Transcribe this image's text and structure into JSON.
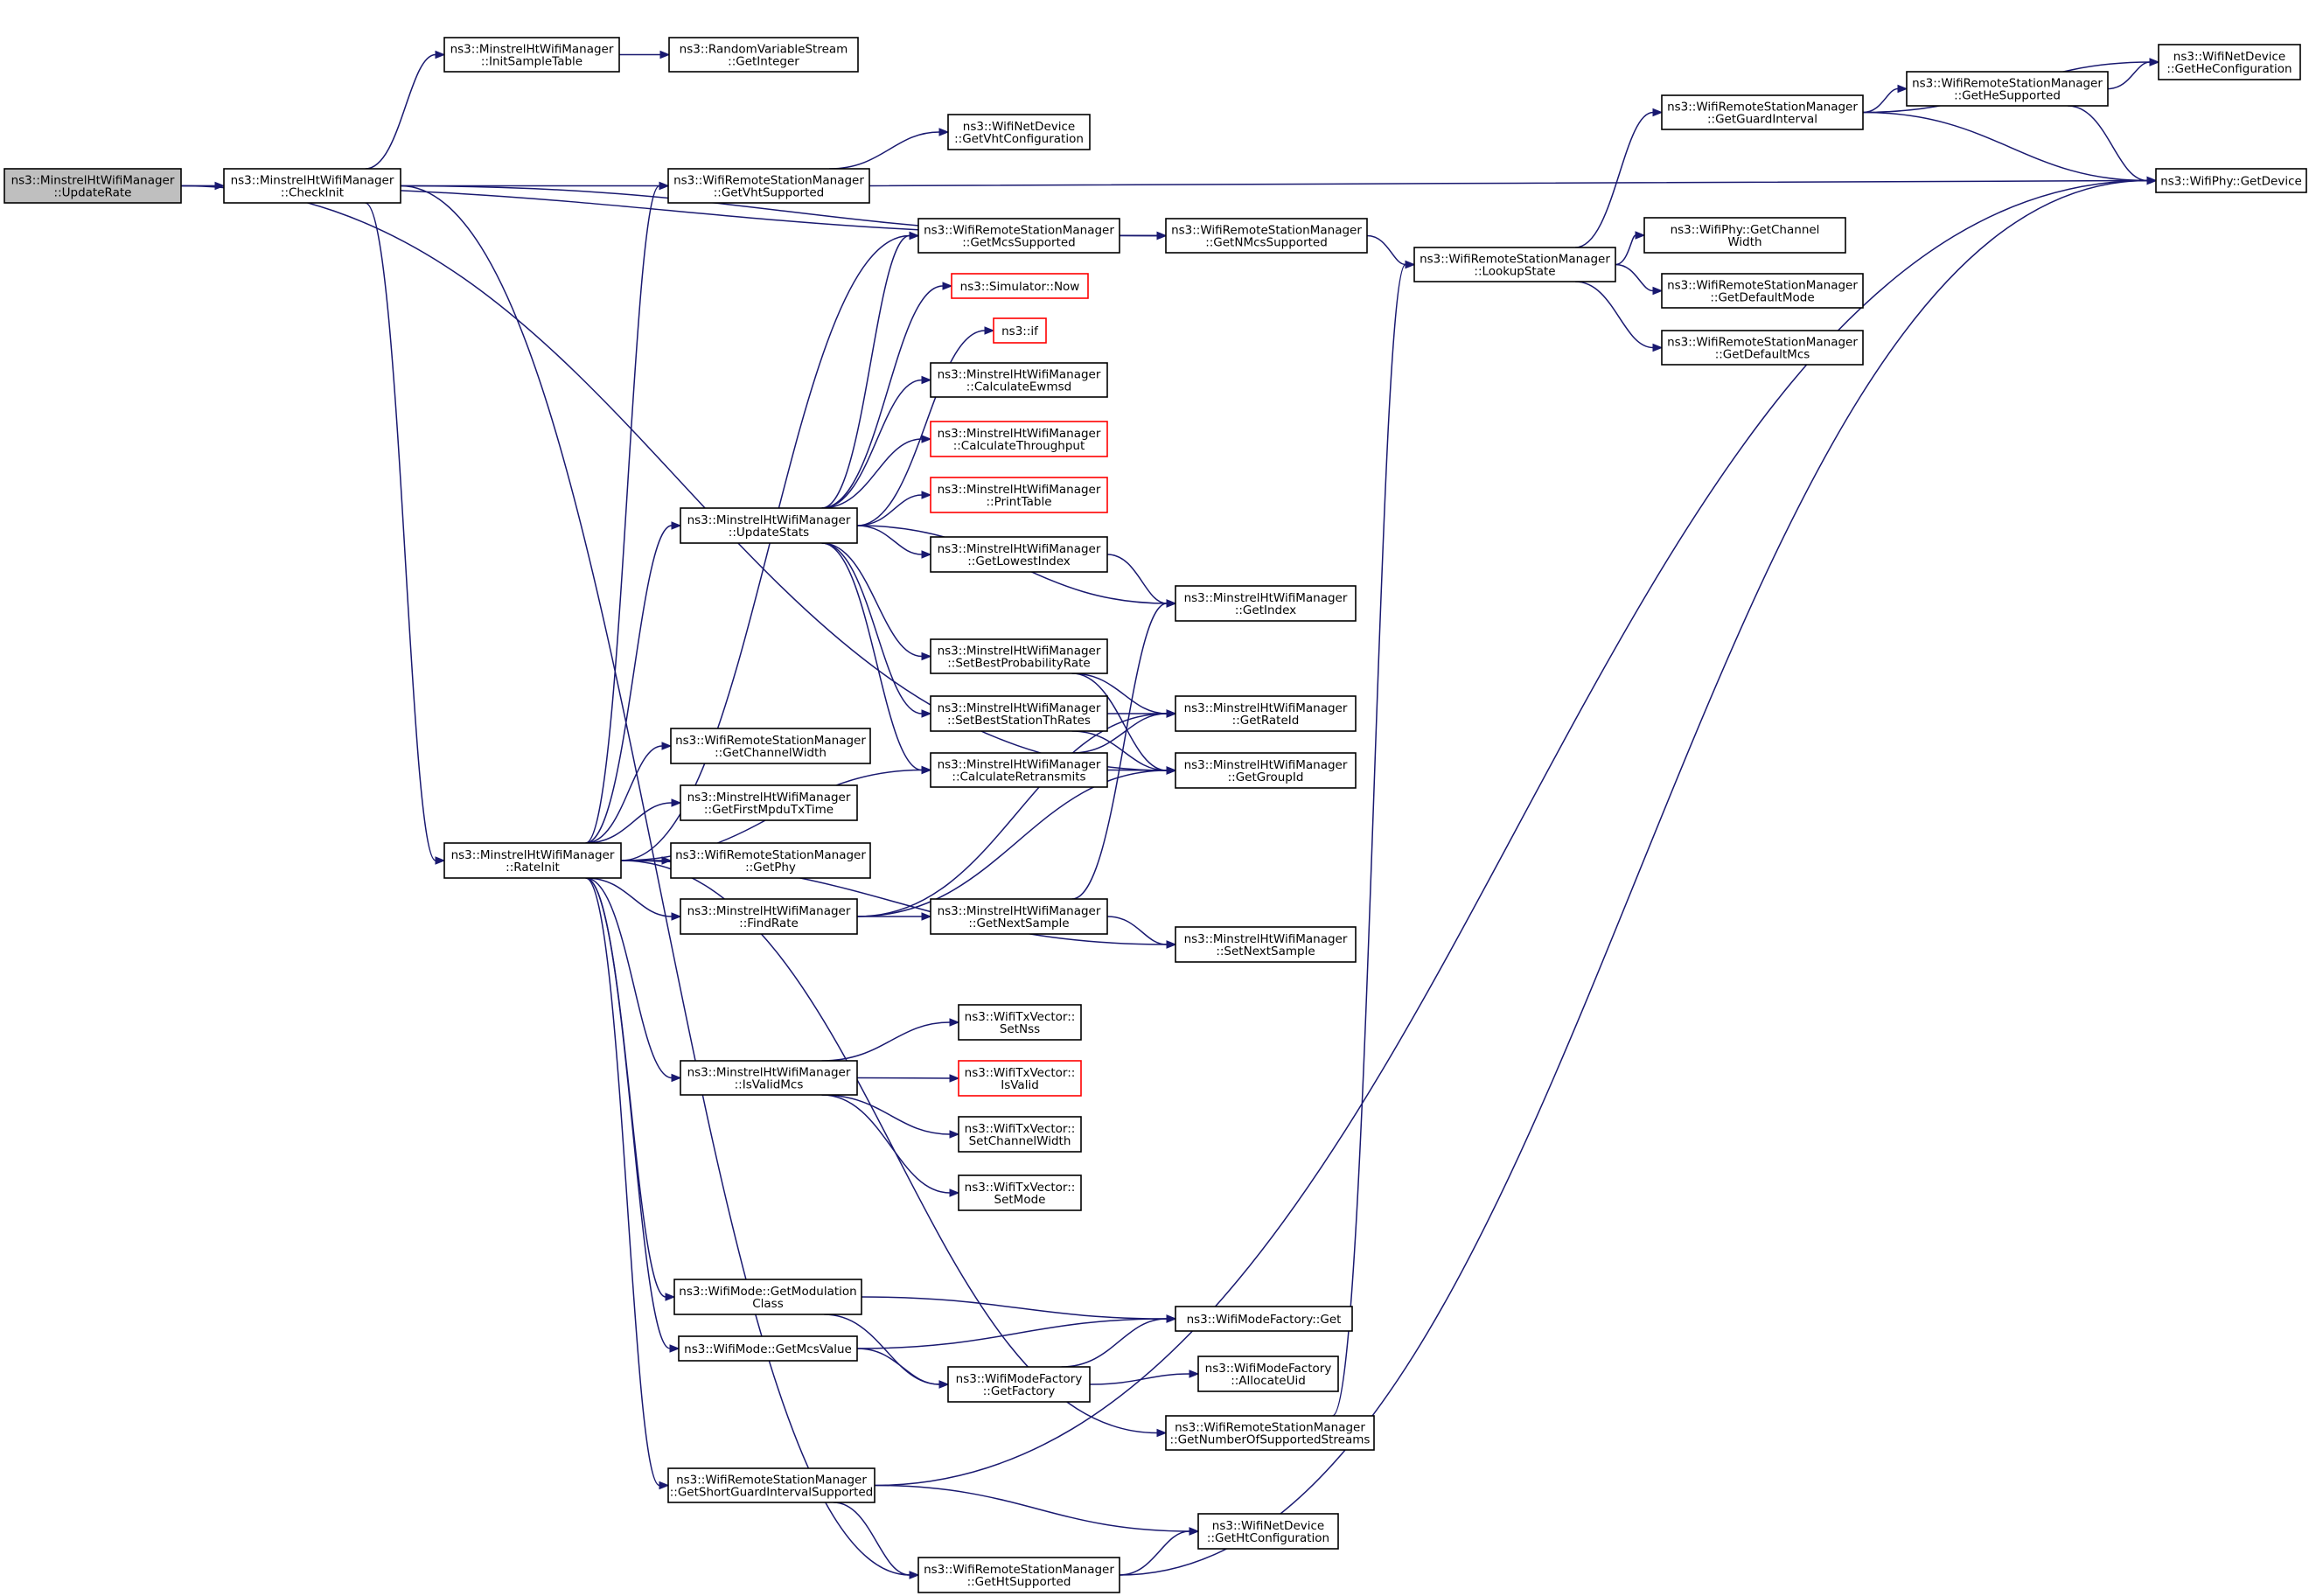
{
  "graph": {
    "nodes": {
      "n_updaterate": {
        "lines": [
          "ns3::MinstrelHtWifiManager",
          "::UpdateRate"
        ],
        "style": "root"
      },
      "n_checkinit": {
        "lines": [
          "ns3::MinstrelHtWifiManager",
          "::CheckInit"
        ]
      },
      "n_initsample": {
        "lines": [
          "ns3::MinstrelHtWifiManager",
          "::InitSampleTable"
        ]
      },
      "n_getinteger": {
        "lines": [
          "ns3::RandomVariableStream",
          "::GetInteger"
        ]
      },
      "n_getvhtconf": {
        "lines": [
          "ns3::WifiNetDevice",
          "::GetVhtConfiguration"
        ]
      },
      "n_getvhtsup": {
        "lines": [
          "ns3::WifiRemoteStationManager",
          "::GetVhtSupported"
        ]
      },
      "n_getmcssup": {
        "lines": [
          "ns3::WifiRemoteStationManager",
          "::GetMcsSupported"
        ]
      },
      "n_getnmcs": {
        "lines": [
          "ns3::WifiRemoteStationManager",
          "::GetNMcsSupported"
        ]
      },
      "n_lookup": {
        "lines": [
          "ns3::WifiRemoteStationManager",
          "::LookupState"
        ]
      },
      "n_getguard": {
        "lines": [
          "ns3::WifiRemoteStationManager",
          "::GetGuardInterval"
        ]
      },
      "n_gethesup": {
        "lines": [
          "ns3::WifiRemoteStationManager",
          "::GetHeSupported"
        ]
      },
      "n_getheconf": {
        "lines": [
          "ns3::WifiNetDevice",
          "::GetHeConfiguration"
        ]
      },
      "n_getdevice": {
        "lines": [
          "ns3::WifiPhy::GetDevice"
        ]
      },
      "n_getchanw": {
        "lines": [
          "ns3::WifiPhy::GetChannel",
          "Width"
        ]
      },
      "n_defmode": {
        "lines": [
          "ns3::WifiRemoteStationManager",
          "::GetDefaultMode"
        ]
      },
      "n_defmcs": {
        "lines": [
          "ns3::WifiRemoteStationManager",
          "::GetDefaultMcs"
        ]
      },
      "n_simnow": {
        "lines": [
          "ns3::Simulator::Now"
        ],
        "style": "red"
      },
      "n_if": {
        "lines": [
          "ns3::if"
        ],
        "style": "red"
      },
      "n_calcewmsd": {
        "lines": [
          "ns3::MinstrelHtWifiManager",
          "::CalculateEwmsd"
        ]
      },
      "n_calcthr": {
        "lines": [
          "ns3::MinstrelHtWifiManager",
          "::CalculateThroughput"
        ],
        "style": "red"
      },
      "n_printtable": {
        "lines": [
          "ns3::MinstrelHtWifiManager",
          "::PrintTable"
        ],
        "style": "red"
      },
      "n_updatestats": {
        "lines": [
          "ns3::MinstrelHtWifiManager",
          "::UpdateStats"
        ]
      },
      "n_getlowest": {
        "lines": [
          "ns3::MinstrelHtWifiManager",
          "::GetLowestIndex"
        ]
      },
      "n_getindex": {
        "lines": [
          "ns3::MinstrelHtWifiManager",
          "::GetIndex"
        ]
      },
      "n_setbestprob": {
        "lines": [
          "ns3::MinstrelHtWifiManager",
          "::SetBestProbabilityRate"
        ]
      },
      "n_setbestst": {
        "lines": [
          "ns3::MinstrelHtWifiManager",
          "::SetBestStationThRates"
        ]
      },
      "n_getrateid": {
        "lines": [
          "ns3::MinstrelHtWifiManager",
          "::GetRateId"
        ]
      },
      "n_calcretr": {
        "lines": [
          "ns3::MinstrelHtWifiManager",
          "::CalculateRetransmits"
        ]
      },
      "n_getgroupid": {
        "lines": [
          "ns3::MinstrelHtWifiManager",
          "::GetGroupId"
        ]
      },
      "n_getchwidth": {
        "lines": [
          "ns3::WifiRemoteStationManager",
          "::GetChannelWidth"
        ]
      },
      "n_getfirstmp": {
        "lines": [
          "ns3::MinstrelHtWifiManager",
          "::GetFirstMpduTxTime"
        ]
      },
      "n_rateinit": {
        "lines": [
          "ns3::MinstrelHtWifiManager",
          "::RateInit"
        ]
      },
      "n_getphy": {
        "lines": [
          "ns3::WifiRemoteStationManager",
          "::GetPhy"
        ]
      },
      "n_findrate": {
        "lines": [
          "ns3::MinstrelHtWifiManager",
          "::FindRate"
        ]
      },
      "n_getnextsmp": {
        "lines": [
          "ns3::MinstrelHtWifiManager",
          "::GetNextSample"
        ]
      },
      "n_setnextsmp": {
        "lines": [
          "ns3::MinstrelHtWifiManager",
          "::SetNextSample"
        ]
      },
      "n_setnss": {
        "lines": [
          "ns3::WifiTxVector::",
          "SetNss"
        ]
      },
      "n_isvalidmcs": {
        "lines": [
          "ns3::MinstrelHtWifiManager",
          "::IsValidMcs"
        ]
      },
      "n_isvalid": {
        "lines": [
          "ns3::WifiTxVector::",
          "IsValid"
        ],
        "style": "red"
      },
      "n_setchw": {
        "lines": [
          "ns3::WifiTxVector::",
          "SetChannelWidth"
        ]
      },
      "n_setmode": {
        "lines": [
          "ns3::WifiTxVector::",
          "SetMode"
        ]
      },
      "n_getmodclass": {
        "lines": [
          "ns3::WifiMode::GetModulation",
          "Class"
        ]
      },
      "n_mfget": {
        "lines": [
          "ns3::WifiModeFactory::Get"
        ]
      },
      "n_getmcsval": {
        "lines": [
          "ns3::WifiMode::GetMcsValue"
        ]
      },
      "n_getfactory": {
        "lines": [
          "ns3::WifiModeFactory",
          "::GetFactory"
        ]
      },
      "n_allocuid": {
        "lines": [
          "ns3::WifiModeFactory",
          "::AllocateUid"
        ]
      },
      "n_getnss": {
        "lines": [
          "ns3::WifiRemoteStationManager",
          "::GetNumberOfSupportedStreams"
        ]
      },
      "n_getsgi": {
        "lines": [
          "ns3::WifiRemoteStationManager",
          "::GetShortGuardIntervalSupported"
        ]
      },
      "n_gethtconf": {
        "lines": [
          "ns3::WifiNetDevice",
          "::GetHtConfiguration"
        ]
      },
      "n_gethtsup": {
        "lines": [
          "ns3::WifiRemoteStationManager",
          "::GetHtSupported"
        ]
      }
    },
    "edges": [
      [
        "n_updaterate",
        "n_checkinit"
      ],
      [
        "n_updaterate",
        "n_getnmcs"
      ],
      [
        "n_updaterate",
        "n_getgroupid"
      ],
      [
        "n_checkinit",
        "n_initsample"
      ],
      [
        "n_checkinit",
        "n_getvhtsup"
      ],
      [
        "n_checkinit",
        "n_getnmcs"
      ],
      [
        "n_checkinit",
        "n_rateinit"
      ],
      [
        "n_checkinit",
        "n_gethtsup"
      ],
      [
        "n_initsample",
        "n_getinteger"
      ],
      [
        "n_getvhtsup",
        "n_getvhtconf"
      ],
      [
        "n_getvhtsup",
        "n_getdevice"
      ],
      [
        "n_getmcssup",
        "n_getnmcs"
      ],
      [
        "n_getnmcs",
        "n_lookup"
      ],
      [
        "n_lookup",
        "n_getguard"
      ],
      [
        "n_lookup",
        "n_getchanw"
      ],
      [
        "n_lookup",
        "n_defmode"
      ],
      [
        "n_lookup",
        "n_defmcs"
      ],
      [
        "n_getguard",
        "n_gethesup"
      ],
      [
        "n_getguard",
        "n_getheconf"
      ],
      [
        "n_getguard",
        "n_getdevice"
      ],
      [
        "n_gethesup",
        "n_getheconf"
      ],
      [
        "n_gethesup",
        "n_getdevice"
      ],
      [
        "n_updatestats",
        "n_getmcssup"
      ],
      [
        "n_updatestats",
        "n_simnow"
      ],
      [
        "n_updatestats",
        "n_if"
      ],
      [
        "n_updatestats",
        "n_calcewmsd"
      ],
      [
        "n_updatestats",
        "n_calcthr"
      ],
      [
        "n_updatestats",
        "n_printtable"
      ],
      [
        "n_updatestats",
        "n_getlowest"
      ],
      [
        "n_updatestats",
        "n_getindex"
      ],
      [
        "n_updatestats",
        "n_setbestprob"
      ],
      [
        "n_updatestats",
        "n_setbestst"
      ],
      [
        "n_updatestats",
        "n_calcretr"
      ],
      [
        "n_getlowest",
        "n_getindex"
      ],
      [
        "n_setbestprob",
        "n_getrateid"
      ],
      [
        "n_setbestprob",
        "n_getgroupid"
      ],
      [
        "n_setbestst",
        "n_getrateid"
      ],
      [
        "n_setbestst",
        "n_getgroupid"
      ],
      [
        "n_calcretr",
        "n_getrateid"
      ],
      [
        "n_calcretr",
        "n_getgroupid"
      ],
      [
        "n_rateinit",
        "n_getvhtsup"
      ],
      [
        "n_rateinit",
        "n_getmcssup"
      ],
      [
        "n_rateinit",
        "n_updatestats"
      ],
      [
        "n_rateinit",
        "n_calcretr"
      ],
      [
        "n_rateinit",
        "n_getchwidth"
      ],
      [
        "n_rateinit",
        "n_getfirstmp"
      ],
      [
        "n_rateinit",
        "n_getphy"
      ],
      [
        "n_rateinit",
        "n_findrate"
      ],
      [
        "n_rateinit",
        "n_setnextsmp"
      ],
      [
        "n_rateinit",
        "n_isvalidmcs"
      ],
      [
        "n_rateinit",
        "n_getmodclass"
      ],
      [
        "n_rateinit",
        "n_getmcsval"
      ],
      [
        "n_rateinit",
        "n_getnss"
      ],
      [
        "n_rateinit",
        "n_getsgi"
      ],
      [
        "n_findrate",
        "n_getrateid"
      ],
      [
        "n_findrate",
        "n_getgroupid"
      ],
      [
        "n_findrate",
        "n_getnextsmp"
      ],
      [
        "n_getnextsmp",
        "n_getindex"
      ],
      [
        "n_getnextsmp",
        "n_setnextsmp"
      ],
      [
        "n_isvalidmcs",
        "n_setnss"
      ],
      [
        "n_isvalidmcs",
        "n_isvalid"
      ],
      [
        "n_isvalidmcs",
        "n_setchw"
      ],
      [
        "n_isvalidmcs",
        "n_setmode"
      ],
      [
        "n_getmodclass",
        "n_mfget"
      ],
      [
        "n_getmodclass",
        "n_getfactory"
      ],
      [
        "n_getmcsval",
        "n_mfget"
      ],
      [
        "n_getmcsval",
        "n_getfactory"
      ],
      [
        "n_getfactory",
        "n_mfget"
      ],
      [
        "n_getfactory",
        "n_allocuid"
      ],
      [
        "n_getnss",
        "n_lookup"
      ],
      [
        "n_getsgi",
        "n_getdevice"
      ],
      [
        "n_getsgi",
        "n_gethtconf"
      ],
      [
        "n_getsgi",
        "n_gethtsup"
      ],
      [
        "n_gethtsup",
        "n_gethtconf"
      ],
      [
        "n_gethtsup",
        "n_getdevice"
      ]
    ]
  },
  "colors": {
    "edge": "#191970",
    "node_border": "#000000",
    "root_fill": "#bfbfbf",
    "red_border": "#ff0000",
    "background": "#ffffff"
  }
}
